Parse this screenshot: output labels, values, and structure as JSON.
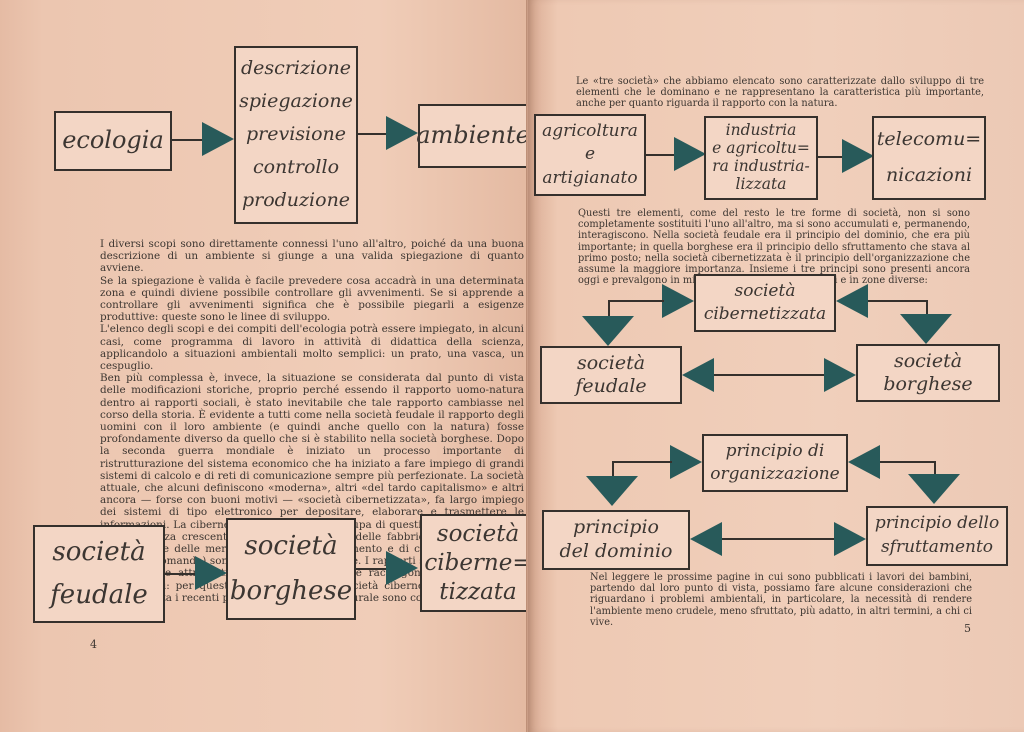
{
  "left_page": {
    "page_number": "4",
    "top_diagram": {
      "box_ecologia": "ecologia",
      "stack_items": [
        "descrizione",
        "spiegazione",
        "previsione",
        "controllo",
        "produzione"
      ],
      "box_ambiente": "ambiente"
    },
    "paragraphs": [
      "I diversi scopi sono direttamente connessi l'uno all'altro, poiché da una buona descrizione di un ambiente si giunge a una valida spiegazione di quanto avviene.",
      "Se la spiegazione è valida è facile prevedere cosa accadrà in una determinata zona e quindi diviene possibile controllare gli avvenimenti. Se si apprende a controllare gli avvenimenti significa che è possibile piegarli a esigenze produttive: queste sono le linee di sviluppo.",
      "L'elenco degli scopi e dei compiti dell'ecologia potrà essere impiegato, in alcuni casi, come programma di lavoro in attività di didattica della scienza, applicandolo a situazioni ambientali molto semplici: un prato, una vasca, un cespuglio.",
      "Ben più complessa è, invece, la situazione se considerata dal punto di vista delle modificazioni storiche, proprio perché essendo il rapporto uomo-natura dentro ai rapporti sociali, è stato inevitabile che tale rapporto cambiasse nel corso della storia. È evidente a tutti come nella società feudale il rapporto degli uomini con il loro ambiente (e quindi anche quello con la natura) fosse profondamente diverso da quello che si è stabilito nella società borghese. Dopo la seconda guerra mondiale è iniziato un processo importante di ristrutturazione del sistema economico che ha iniziato a fare impiego di grandi sistemi di calcolo e di reti di comunicazione sempre più perfezionate. La società attuale, che alcuni definiscono «moderna», altri «del tardo capitalismo» e altri ancora — forse con buoni motivi — «società cibernetizzata», fa largo impiego dei sistemi di tipo elettronico per depositare, elaborare e trasmettere le informazioni. La cibernetica, scienza che si occupa di questi problemi, acquista un'importanza crescente nella organizzazione delle fabbriche e della rete di distribuzione delle merci. I sistemi di collegamento e di controllo (e quindi i sistemi di comando) sono macchine cibernetiche. I rapporti sociali sono dunque tecnicamente attrezzati anche con sistemi che raccolgono e lavorano sulle informazioni: per questo si può parlare di società cibernetizzata. Da questo punto di vista i recenti passaggi della storia naturale sono così definibili:"
    ],
    "bottom_diagram": {
      "box_feudale": [
        "società",
        "feudale"
      ],
      "box_borghese": [
        "società",
        "borghese"
      ],
      "box_cibernetizzata": [
        "società",
        "ciberne=",
        "tizzata"
      ]
    }
  },
  "right_page": {
    "page_number": "5",
    "intro_text": "Le «tre società» che abbiamo elencato sono caratterizzate dallo sviluppo di tre elementi che le dominano e ne rappresentano la caratteristica più importante, anche per quanto riguarda il rapporto con la natura.",
    "top_diagram": {
      "box_agricoltura": [
        "agricoltura",
        "e",
        "artigianato"
      ],
      "box_industria": [
        "industria",
        "e agricoltu=",
        "ra industria-",
        "lizzata"
      ],
      "box_telecom": [
        "telecomu=",
        "nicazioni"
      ]
    },
    "middle_text": "Questi tre elementi, come del resto le tre forme di società, non si sono completamente sostituiti l'uno all'altro, ma si sono accumulati e, permanendo, interagiscono. Nella società feudale era il principio del dominio, che era più importante; in quella borghese era il principio dello sfruttamento che stava al primo posto; nella società cibernetizzata è il principio dell'organizzazione che assume la maggiore importanza. Insieme i tre principi sono presenti ancora oggi e prevalgono in misura diversa in tempi diversi e in zone diverse:",
    "cycle1": {
      "top": [
        "società",
        "cibernetizzata"
      ],
      "left": [
        "società",
        "feudale"
      ],
      "right": [
        "società",
        "borghese"
      ]
    },
    "cycle2": {
      "top": [
        "principio di",
        "organizzazione"
      ],
      "left": [
        "principio",
        "del dominio"
      ],
      "right": [
        "principio dello",
        "sfruttamento"
      ]
    },
    "closing_text": "Nel leggere le prossime pagine in cui sono pubblicati i lavori dei bambini, partendo dal loro punto di vista, possiamo fare alcune considerazioni che riguardano i problemi ambientali, in particolare, la necessità di rendere l'ambiente meno crudele, meno sfruttato, più adatto, in altri termini, a chi ci vive."
  },
  "colors": {
    "arrow": "#285a5a",
    "paper": "#ecc7b1",
    "ink": "#3d3631"
  }
}
